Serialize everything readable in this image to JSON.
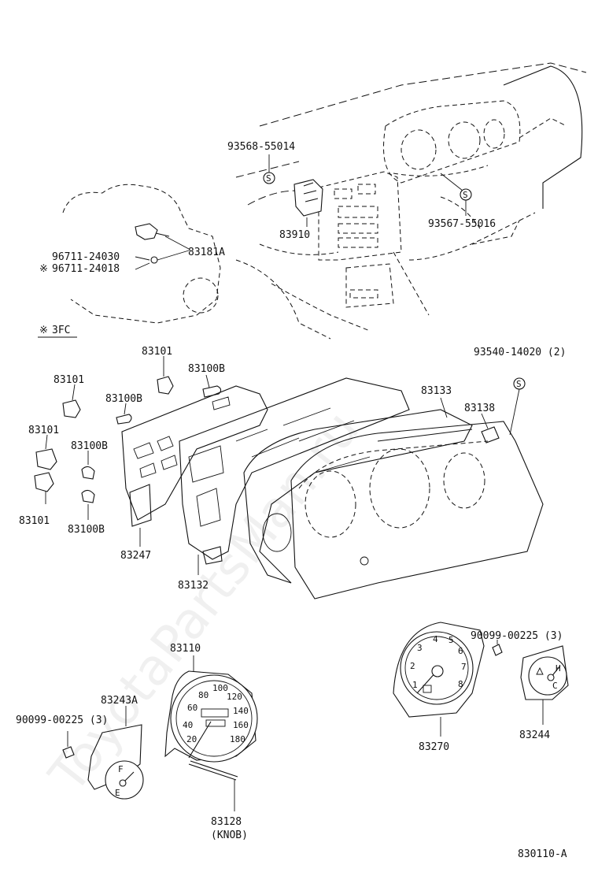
{
  "labels": {
    "p93568": "93568-55014",
    "p83910": "83910",
    "p93567": "93567-55016",
    "p96711a": "96711-24030",
    "p96711b": "96711-24018",
    "p83181": "83181A",
    "p3fc": "3FC",
    "p83101_top": "83101",
    "p83100B_top": "83100B",
    "p83101_a": "83101",
    "p83100B_a": "83100B",
    "p83101_b": "83101",
    "p83100B_b": "83100B",
    "p83101_c": "83101",
    "p83100B_c": "83100B",
    "p93540": "93540-14020 (2)",
    "p83133": "83133",
    "p83138": "83138",
    "p83247": "83247",
    "p83132": "83132",
    "p90099_right": "90099-00225 (3)",
    "p83110": "83110",
    "p83243A": "83243A",
    "p90099_left": "90099-00225 (3)",
    "p83270": "83270",
    "p83244": "83244",
    "p83128": "83128",
    "p83128_note": "(KNOB)",
    "diagram_code": "830110-A",
    "watermark": "ToyotaPartsMan.ru"
  },
  "marks": {
    "note_mark": "※",
    "circled_s": "S"
  },
  "gauges": {
    "speedo_ticks": [
      "20",
      "40",
      "60",
      "80",
      "100",
      "120",
      "140",
      "160",
      "180"
    ],
    "tacho_ticks": [
      "1",
      "2",
      "3",
      "4",
      "5",
      "6",
      "7",
      "8"
    ],
    "fuel": [
      "F",
      "E"
    ],
    "temp": [
      "H",
      "C"
    ]
  }
}
